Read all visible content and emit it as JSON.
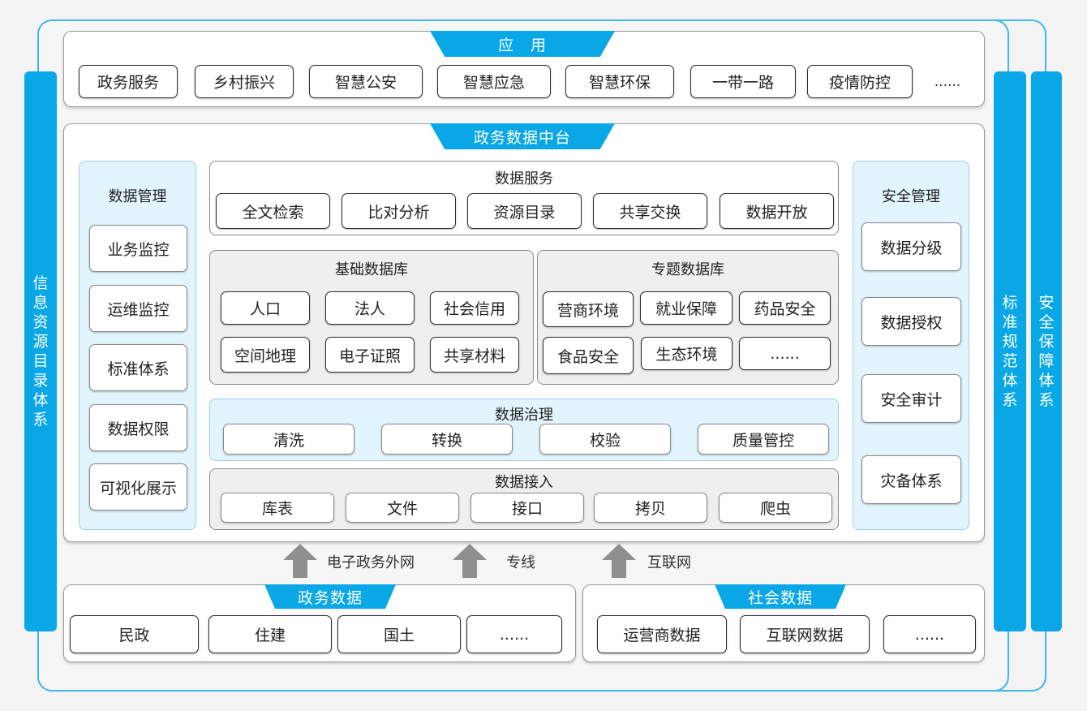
{
  "left_bar": "信息资源目录体系",
  "right_bar_1": "标准规范体系",
  "right_bar_2": "安全保障体系",
  "apps": {
    "title": "应　用",
    "items": [
      "政务服务",
      "乡村振兴",
      "智慧公安",
      "智慧应急",
      "智慧环保",
      "一带一路",
      "疫情防控",
      "......"
    ]
  },
  "platform": {
    "title": "政务数据中台",
    "data_mgmt": {
      "title": "数据管理",
      "items": [
        "业务监控",
        "运维监控",
        "标准体系",
        "数据权限",
        "可视化展示"
      ]
    },
    "data_service": {
      "title": "数据服务",
      "items": [
        "全文检索",
        "比对分析",
        "资源目录",
        "共享交换",
        "数据开放"
      ]
    },
    "base_db": {
      "title": "基础数据库",
      "items": [
        "人口",
        "法人",
        "社会信用",
        "空间地理",
        "电子证照",
        "共享材料"
      ]
    },
    "topic_db": {
      "title": "专题数据库",
      "items": [
        "营商环境",
        "就业保障",
        "药品安全",
        "食品安全",
        "生态环境",
        "......"
      ]
    },
    "governance": {
      "title": "数据治理",
      "items": [
        "清洗",
        "转换",
        "校验",
        "质量管控"
      ]
    },
    "ingest": {
      "title": "数据接入",
      "items": [
        "库表",
        "文件",
        "接口",
        "拷贝",
        "爬虫"
      ]
    },
    "security": {
      "title": "安全管理",
      "items": [
        "数据分级",
        "数据授权",
        "安全审计",
        "灾备体系"
      ]
    }
  },
  "channels": [
    "电子政务外网",
    "专线",
    "互联网"
  ],
  "gov_data": {
    "title": "政务数据",
    "items": [
      "民政",
      "住建",
      "国土",
      "......"
    ]
  },
  "social_data": {
    "title": "社会数据",
    "items": [
      "运营商数据",
      "互联网数据",
      "......"
    ]
  },
  "colors": {
    "accent": "#0aa7e6",
    "light_blue": "#e2f4fc",
    "gray": "#efefef"
  }
}
